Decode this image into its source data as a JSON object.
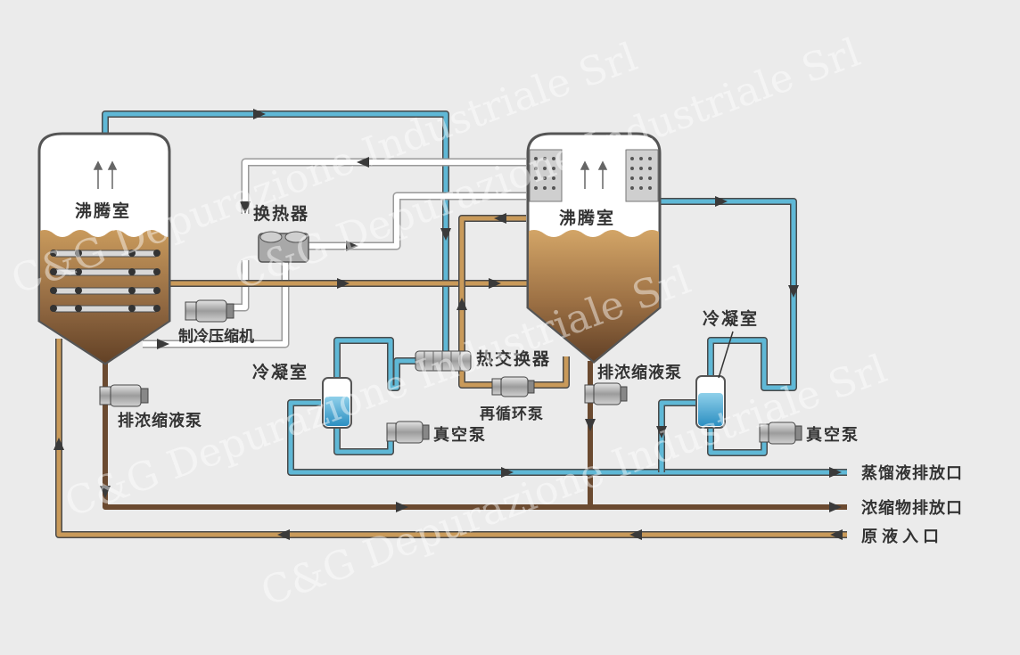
{
  "labels": {
    "boiling_chamber_left": "沸腾室",
    "boiling_chamber_right": "沸腾室",
    "heat_exchanger": "换热器",
    "refrigeration_compressor": "制冷压缩机",
    "drain_pump_left": "排浓缩液泵",
    "condenser_left": "冷凝室",
    "plate_heat_exchanger": "热交换器",
    "recirculation_pump": "再循环泵",
    "vacuum_pump_left": "真空泵",
    "drain_pump_right": "排浓缩液泵",
    "condenser_right": "冷凝室",
    "vacuum_pump_right": "真空泵"
  },
  "outlets": {
    "distillate": "蒸馏液排放口",
    "concentrate": "浓缩物排放口",
    "raw_inlet": "原液入口"
  },
  "watermark": "C&G Depurazione Industriale Srl",
  "colors": {
    "background": "#ebebeb",
    "blue_pipe": "#5fb8d6",
    "orange_pipe": "#c99a5a",
    "brown_pipe": "#6b4a30",
    "white_pipe": "#ffffff",
    "liquid_top": "#c99858",
    "liquid_bottom": "#5e3d22"
  }
}
